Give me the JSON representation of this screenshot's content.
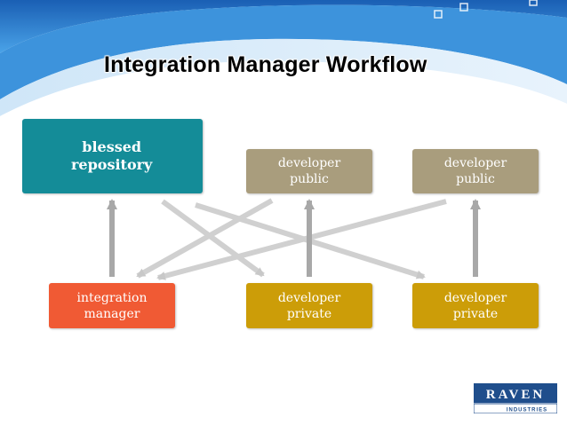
{
  "title": "Integration Manager Workflow",
  "nodes": {
    "blessed_repository": {
      "label": "blessed\nrepository",
      "color": "#148c98"
    },
    "developer_public_1": {
      "label": "developer\npublic",
      "color": "#a99d7d"
    },
    "developer_public_2": {
      "label": "developer\npublic",
      "color": "#a99d7d"
    },
    "integration_manager": {
      "label": "integration\nmanager",
      "color": "#f05a34"
    },
    "developer_private_1": {
      "label": "developer\nprivate",
      "color": "#cc9d08"
    },
    "developer_private_2": {
      "label": "developer\nprivate",
      "color": "#cc9d08"
    }
  },
  "edges": [
    {
      "from": "integration_manager",
      "to": "blessed_repository"
    },
    {
      "from": "developer_private_1",
      "to": "developer_public_1"
    },
    {
      "from": "developer_private_2",
      "to": "developer_public_2"
    },
    {
      "from": "developer_public_1",
      "to": "integration_manager"
    },
    {
      "from": "developer_public_2",
      "to": "integration_manager"
    },
    {
      "from": "blessed_repository",
      "to": "developer_private_1"
    },
    {
      "from": "blessed_repository",
      "to": "developer_private_2"
    }
  ],
  "logo": {
    "name": "RAVEN",
    "subtitle": "INDUSTRIES",
    "color": "#1f4e8c"
  },
  "colors": {
    "arrow": "#c8c8c8",
    "arrow_vertical": "#a8a8a8",
    "swoosh": "#2a7fd0"
  }
}
